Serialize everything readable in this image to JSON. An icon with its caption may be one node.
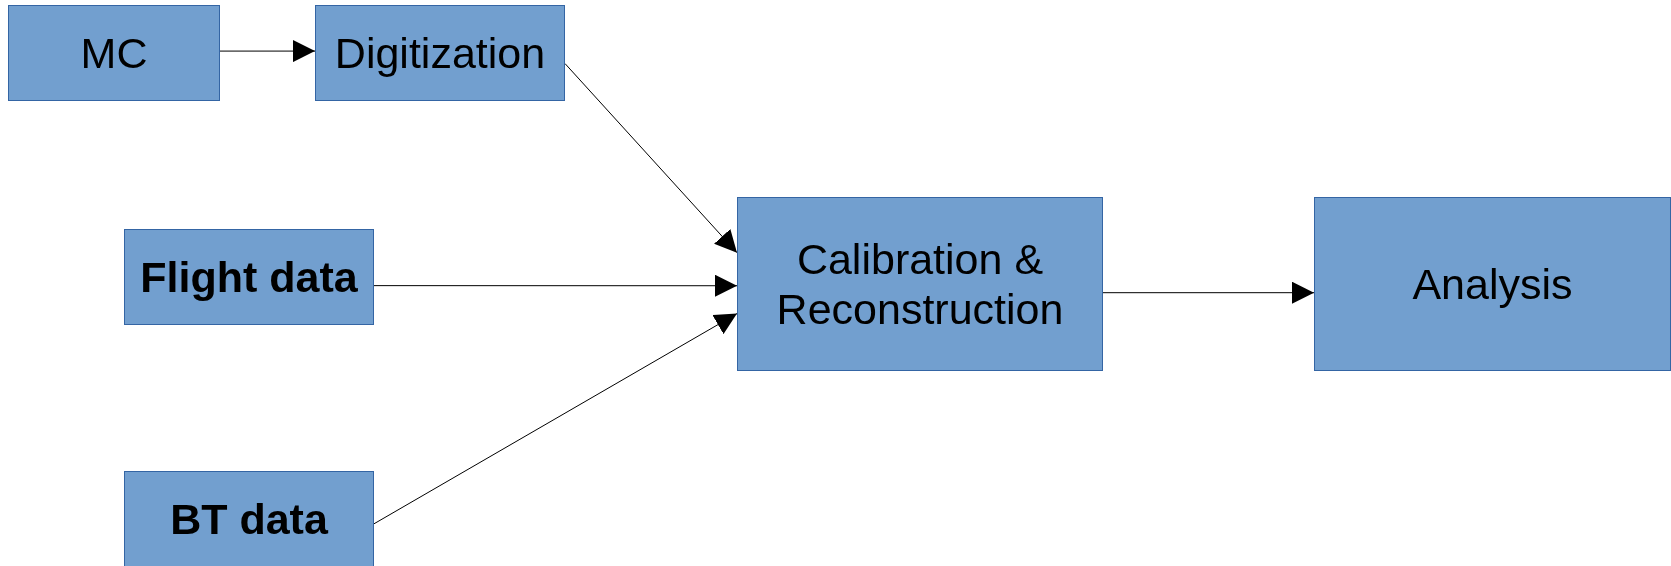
{
  "diagram": {
    "nodes": [
      {
        "text": [
          "MC"
        ]
      },
      {
        "text": [
          "Digitization"
        ]
      },
      {
        "text": [
          "Flight data"
        ]
      },
      {
        "text": [
          "BT data"
        ]
      },
      {
        "text": [
          "Calibration & Reconstruction"
        ]
      },
      {
        "text": [
          "Analysis"
        ]
      }
    ],
    "edges": [
      {
        "from": 0,
        "to": 1,
        "arrow": "to"
      },
      {
        "from": 1,
        "to": 4,
        "arrow": "to"
      },
      {
        "from": 2,
        "to": 4,
        "arrow": "to"
      },
      {
        "from": 3,
        "to": 4,
        "arrow": "to"
      },
      {
        "from": 4,
        "to": 5,
        "arrow": "to"
      }
    ]
  }
}
